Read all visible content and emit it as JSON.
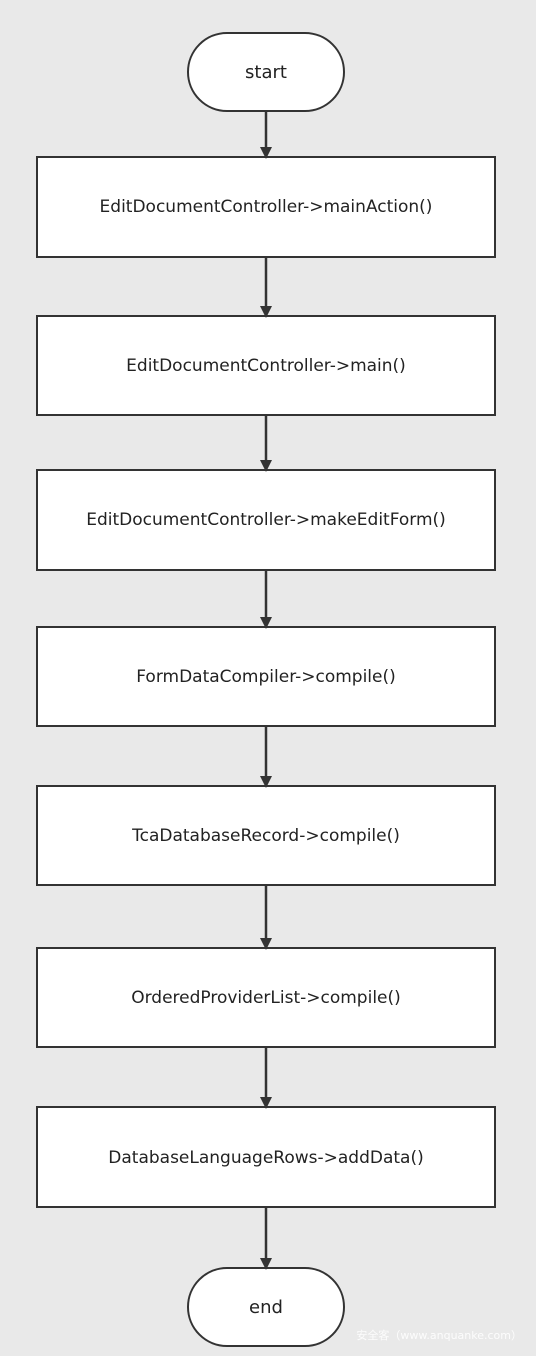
{
  "diagram": {
    "start_label": "start",
    "end_label": "end",
    "steps": [
      "EditDocumentController->mainAction()",
      "EditDocumentController->main()",
      "EditDocumentController->makeEditForm()",
      "FormDataCompiler->compile()",
      "TcaDatabaseRecord->compile()",
      "OrderedProviderList->compile()",
      "DatabaseLanguageRows->addData()"
    ]
  },
  "colors": {
    "background": "#e9e9e9",
    "node_fill": "#ffffff",
    "stroke": "#333333",
    "text": "#222222"
  },
  "watermark": "安全客（www.anquanke.com）"
}
